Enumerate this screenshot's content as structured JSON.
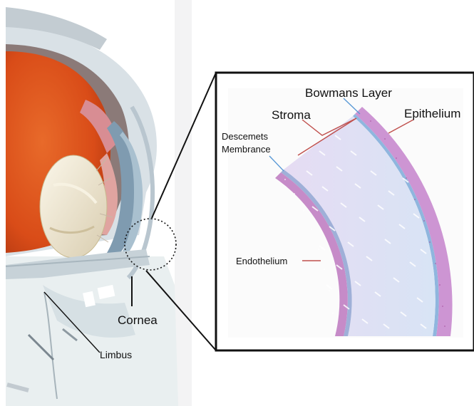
{
  "labels": {
    "bowmans_layer": "Bowmans Layer",
    "stroma": "Stroma",
    "epithelium": "Epithelium",
    "descemets_line1": "Descemets",
    "descemets_line2": "Membrance",
    "endothelium": "Endothelium",
    "cornea": "Cornea",
    "limbus": "Limbus"
  },
  "colors": {
    "retina": "#e0531c",
    "lens": "#efe6cf",
    "iris": "#8aa6bb",
    "epithelium": "#c98ed0",
    "bowmans": "#8db5dc",
    "stroma": "#dfe0f5",
    "descemets": "#9aa9d6",
    "endothelium": "#c78ac8"
  }
}
